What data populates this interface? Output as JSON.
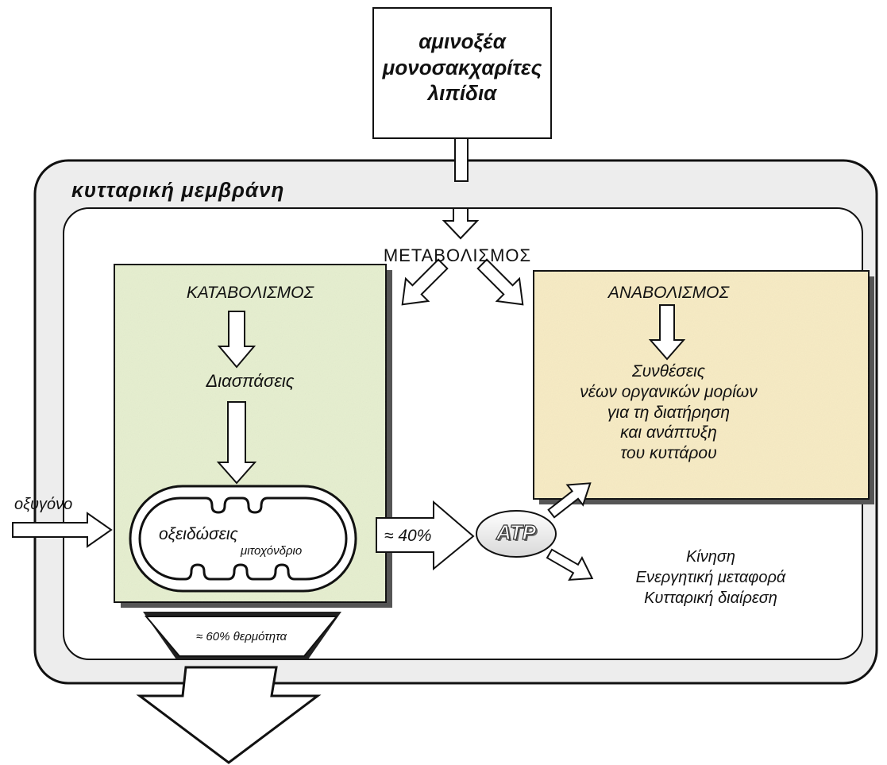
{
  "input_box": {
    "lines": [
      "αμινοξέα",
      "μονοσακχαρίτες",
      "λιπίδια"
    ]
  },
  "membrane_label": "κυτταρική μεμβράνη",
  "metabolism_label": "ΜΕΤΑΒΟΛΙΣΜΟΣ",
  "catabolism": {
    "title": "ΚΑΤΑΒΟΛΙΣΜΟΣ",
    "step": "Διασπάσεις",
    "oxidations": "οξειδώσεις",
    "mitochondrion": "μιτοχόνδριο"
  },
  "anabolism": {
    "title": "ΑΝΑΒΟΛΙΣΜΟΣ",
    "lines": [
      "Συνθέσεις",
      "νέων οργανικών μορίων",
      "για τη διατήρηση",
      "και ανάπτυξη",
      "του κυττάρου"
    ]
  },
  "oxygen_label": "οξυγόνο",
  "atp_share": "≈ 40%",
  "atp_label": "ATP",
  "heat_label": "≈ 60% θερμότητα",
  "atp_uses": [
    "Κίνηση",
    "Ενεργητική μεταφορά",
    "Κυτταρική διαίρεση"
  ],
  "colors": {
    "catabolism_fill": "#e6efcf",
    "anabolism_fill": "#f7ebc3",
    "membrane_fill": "#eeeeee",
    "outline": "#111111"
  }
}
